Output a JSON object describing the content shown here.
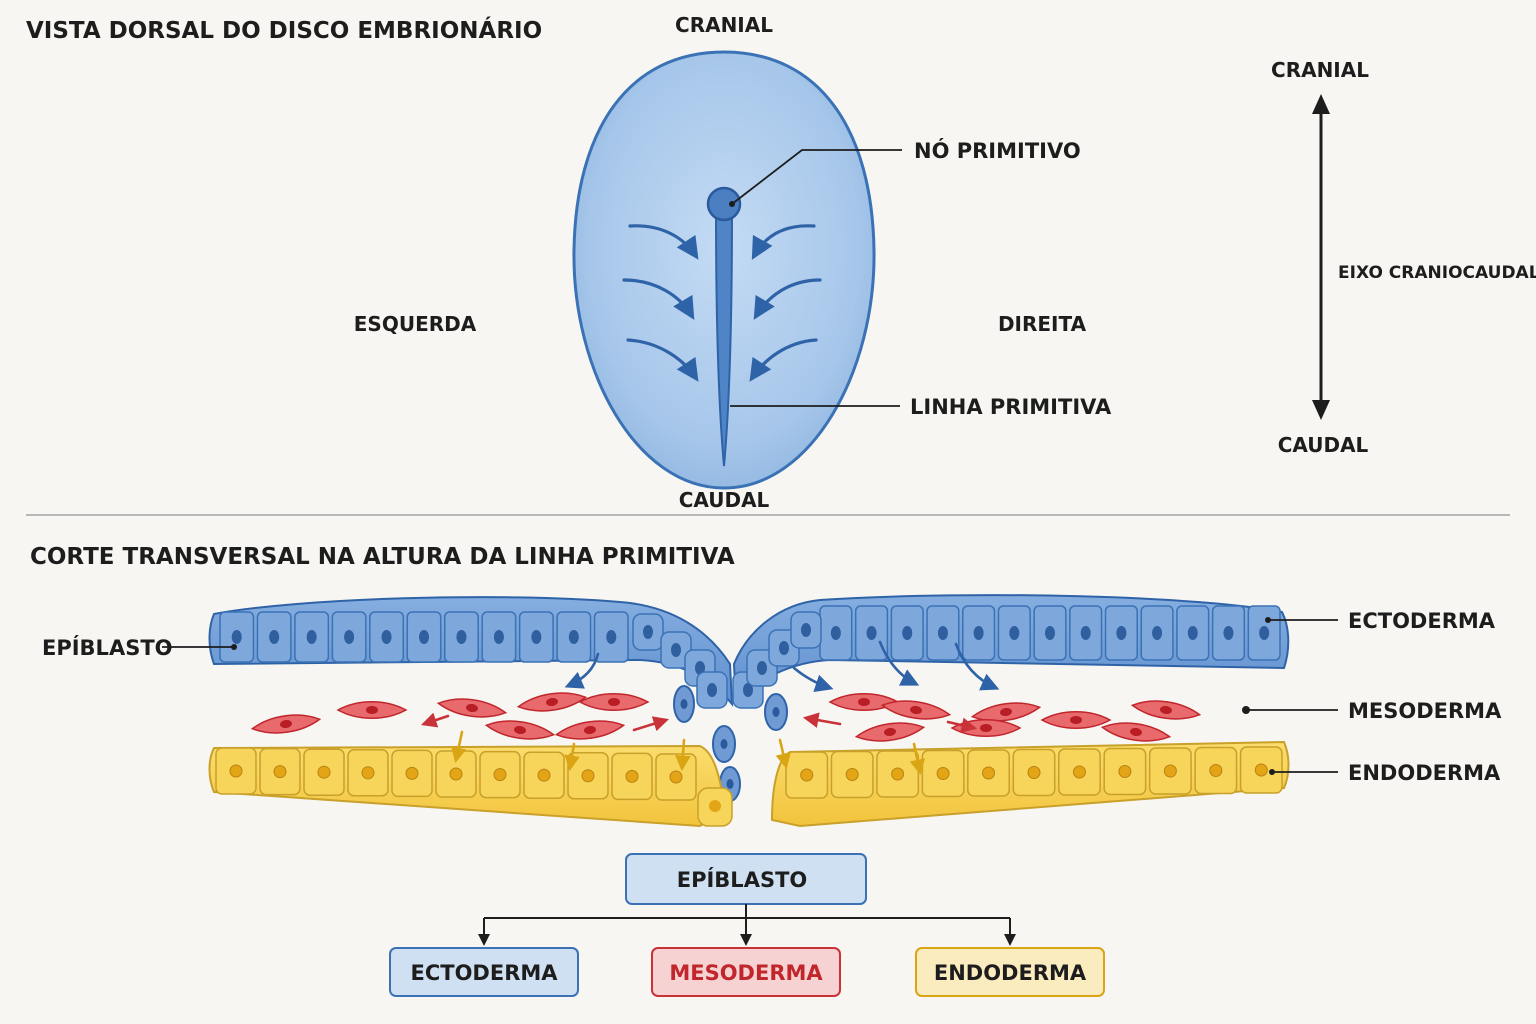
{
  "top_title": "VISTA DORSAL DO DISCO EMBRIONÁRIO",
  "disc": {
    "cranial": "CRANIAL",
    "caudal": "CAUDAL",
    "left": "ESQUERDA",
    "right": "DIREITA",
    "node_label": "NÓ PRIMITIVO",
    "streak_label": "LINHA PRIMITIVA"
  },
  "axis": {
    "top": "CRANIAL",
    "bottom": "CAUDAL",
    "name": "EIXO CRANIOCAUDAL"
  },
  "section": {
    "title": "CORTE TRANSVERSAL NA ALTURA DA LINHA PRIMITIVA",
    "epiblast_label": "EPÍBLASTO",
    "ectoderm_label": "ECTODERMA",
    "mesoderm_label": "MESODERMA",
    "endoderm_label": "ENDODERMA"
  },
  "tree": {
    "root": "EPÍBLASTO",
    "children": [
      "ECTODERMA",
      "MESODERMA",
      "ENDODERMA"
    ]
  },
  "colors": {
    "blue_fill": "#a9c8ea",
    "blue_stroke": "#3a72b5",
    "red": "#d8454b",
    "yellow": "#f4cf4e",
    "yellow_stroke": "#c8a02a",
    "arrow_yellow": "#d9a514"
  }
}
